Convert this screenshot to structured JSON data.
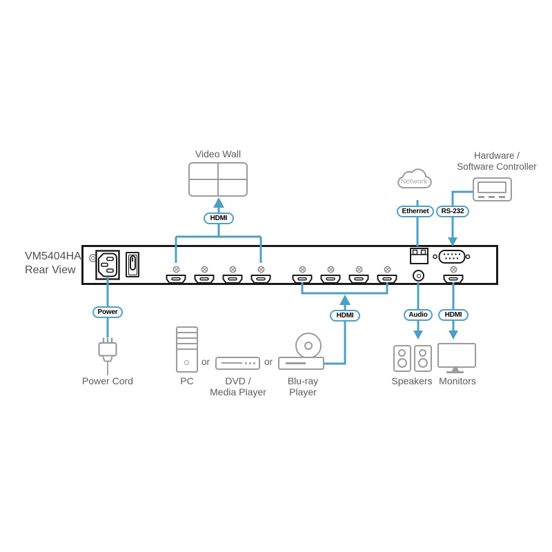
{
  "title": {
    "model": "VM5404HA",
    "view": "Rear View"
  },
  "pills": {
    "hdmi_top": "HDMI",
    "ethernet": "Ethernet",
    "rs232": "RS-232",
    "power": "Power",
    "hdmi_in": "HDMI",
    "audio": "Audio",
    "hdmi_monitor": "HDMI"
  },
  "labels": {
    "video_wall": "Video Wall",
    "network": "Network",
    "controller_line1": "Hardware /",
    "controller_line2": "Software Controller",
    "power_cord": "Power Cord",
    "pc": "PC",
    "or_left": "or",
    "dvd_line1": "DVD /",
    "dvd_line2": "Media Player",
    "or_right": "or",
    "bluray_line1": "Blu-ray",
    "bluray_line2": "Player",
    "speakers": "Speakers",
    "monitors": "Monitors"
  },
  "colors": {
    "connector_blue": "#4D9FC6",
    "device_gray": "#9B9B9B",
    "panel_outline": "#1A1A1A",
    "label_text": "#5B5B5B"
  }
}
